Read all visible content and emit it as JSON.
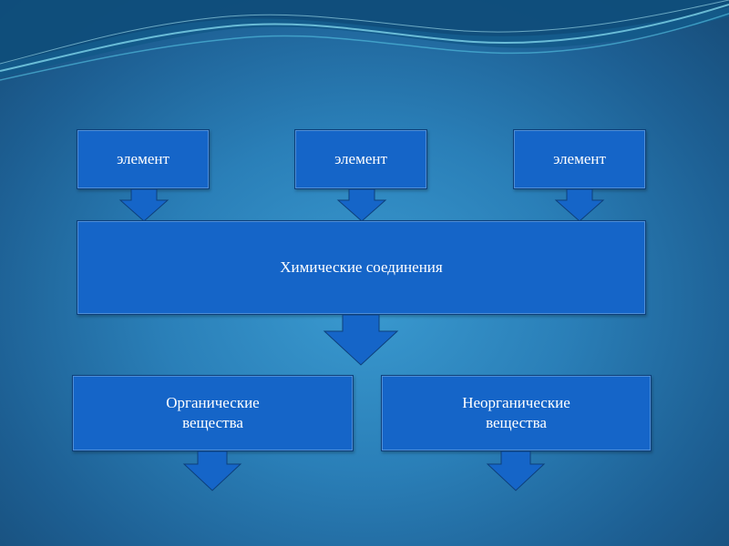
{
  "diagram": {
    "elements": [
      {
        "label": "элемент"
      },
      {
        "label": "элемент"
      },
      {
        "label": "элемент"
      }
    ],
    "compounds": {
      "label": "Химические соединения"
    },
    "organic": {
      "label": "Органические\nвещества"
    },
    "inorganic": {
      "label": "Неорганические\nвещества"
    }
  },
  "colors": {
    "box_fill": "#1565c8",
    "box_border": "#0d3f7a",
    "text": "#ffffff",
    "background": "#2a7fb8"
  }
}
